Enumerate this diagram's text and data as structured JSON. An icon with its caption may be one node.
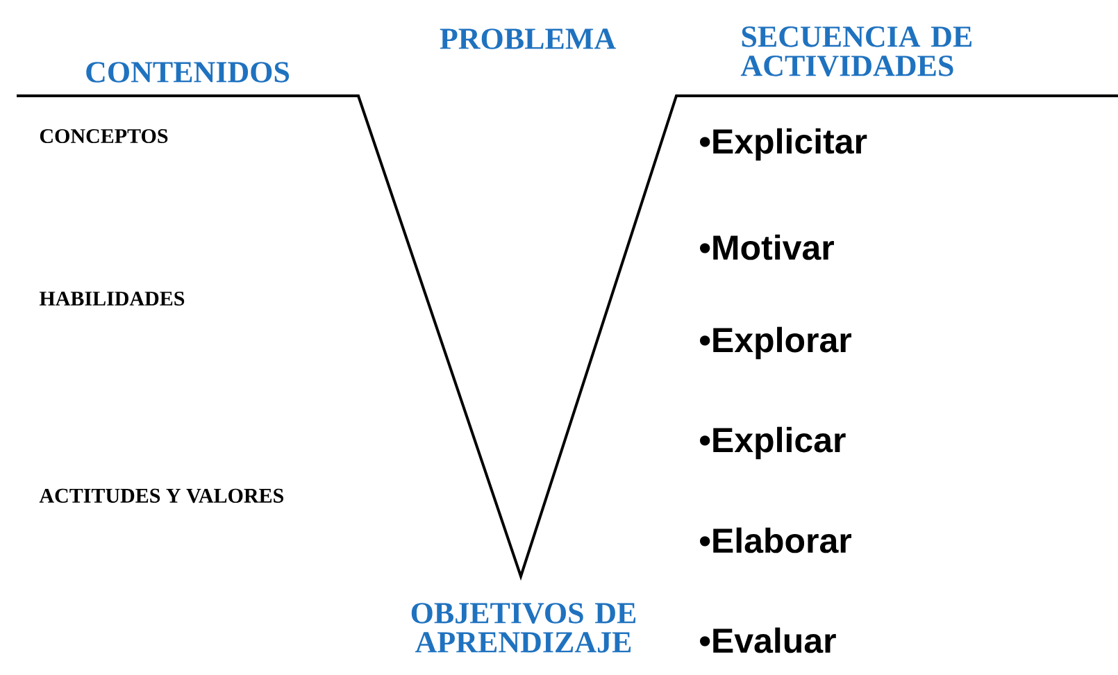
{
  "diagram": {
    "labels": [
      "PROBLEMA",
      "SECUENCIA DE ACTIVIDADES",
      "CONTENIDOS",
      "CONCEPTOS",
      "•Explicitar",
      "•Motivar",
      "HABILIDADES",
      "•Explorar",
      "•Explicar",
      "ACTITUDES Y VALORES",
      "•Elaborar",
      "OBJETIVOS DE APRENDIZAJE",
      "•Evaluar"
    ]
  }
}
